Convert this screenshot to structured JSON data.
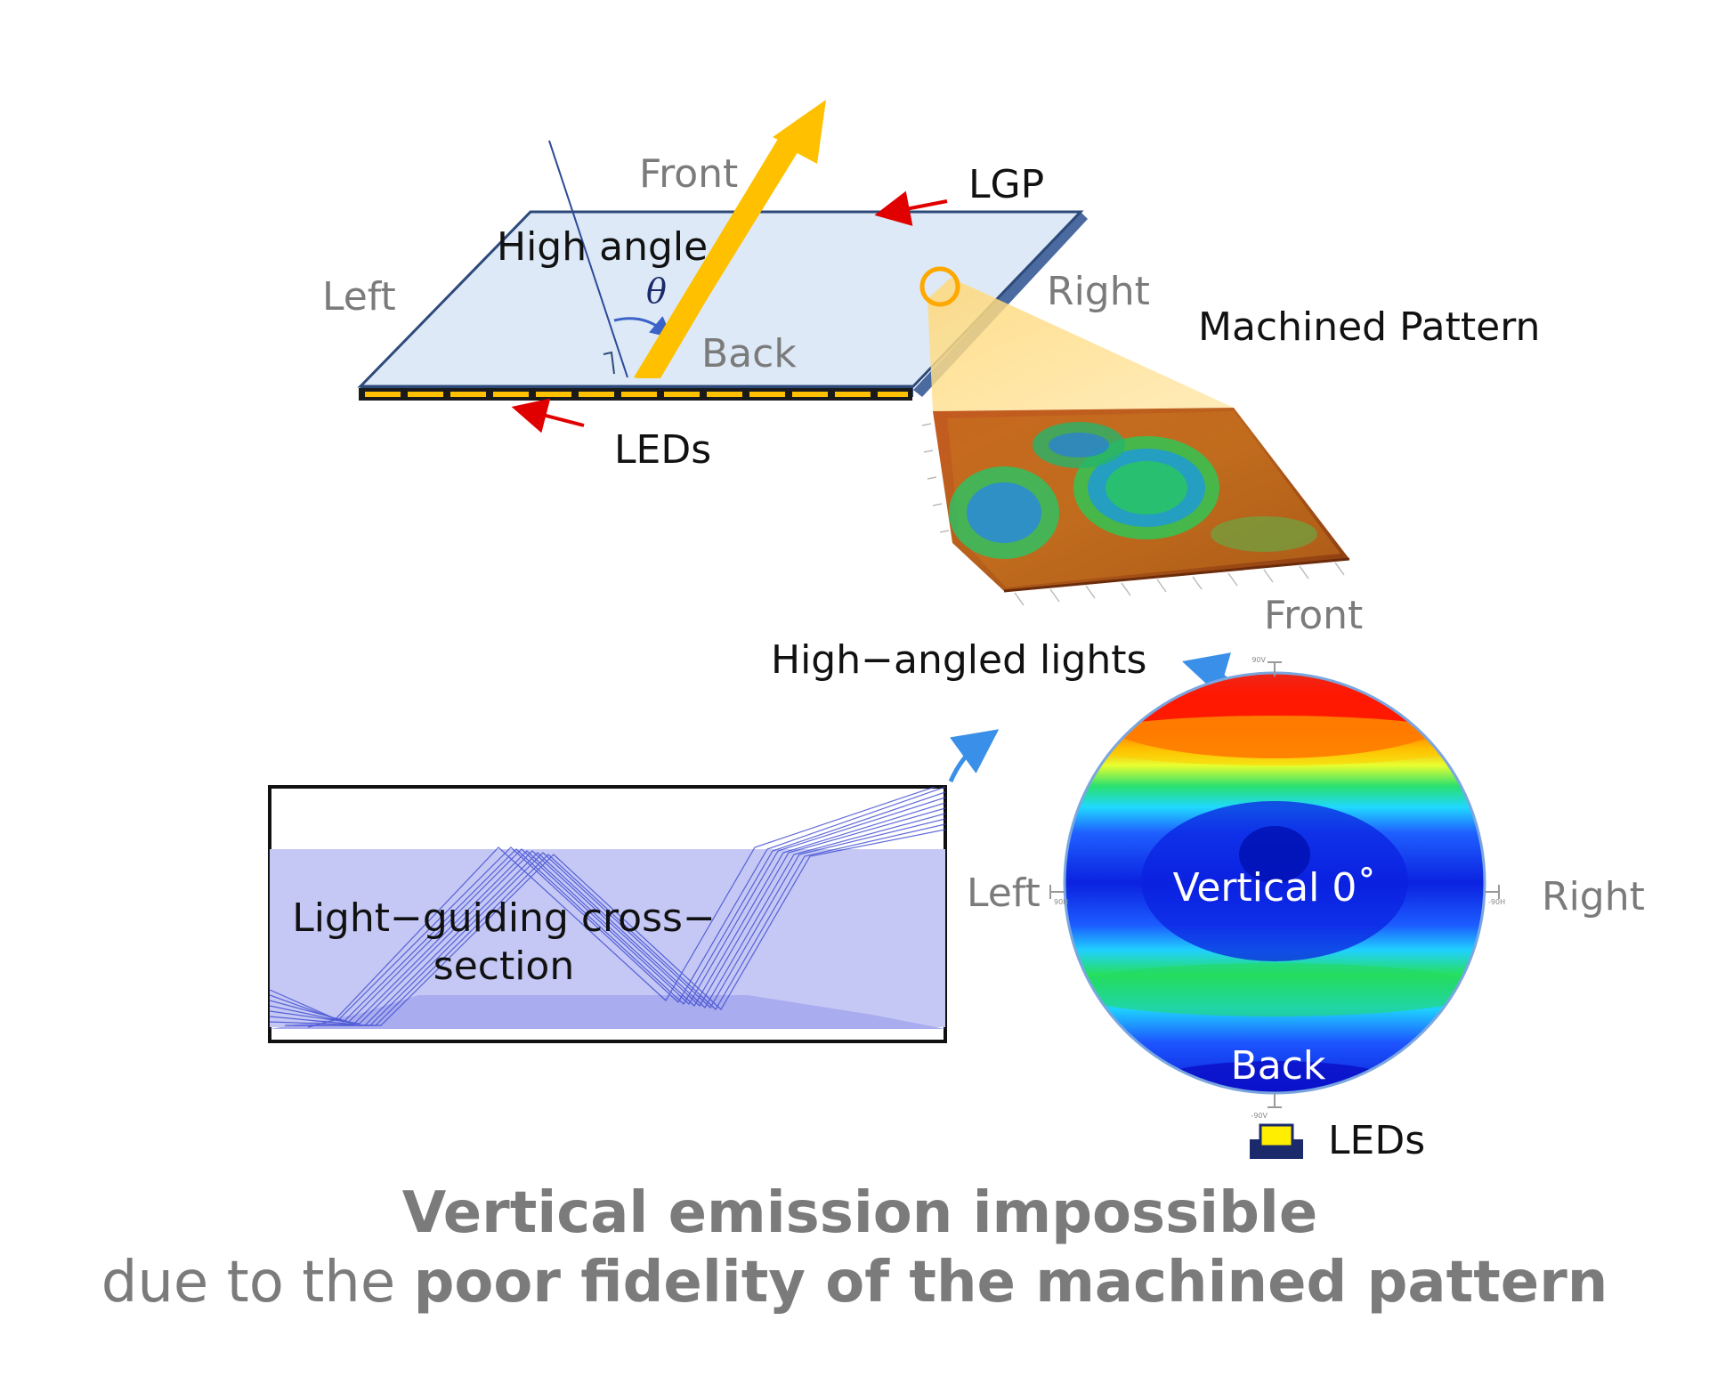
{
  "lgp": {
    "front": "Front",
    "back": "Back",
    "left": "Left",
    "right": "Right",
    "lgp_label": "LGP",
    "high_angle": "High angle",
    "theta": "θ",
    "leds": "LEDs"
  },
  "pattern": {
    "label": "Machined Pattern"
  },
  "cross_section": {
    "label_line1": "Light−guiding cross−",
    "label_line2": "section"
  },
  "high_angled": {
    "label": "High−angled lights"
  },
  "polar": {
    "front": "Front",
    "left": "Left",
    "right": "Right",
    "back": "Back",
    "center": "Vertical 0˚",
    "leds": "LEDs",
    "tick_top": "90V",
    "tick_bottom": "-90V",
    "tick_left": "90H",
    "tick_right": "-90H"
  },
  "caption": {
    "line1": "Vertical emission impossible",
    "line2_plain": "due to the ",
    "line2_bold": "poor fidelity of the machined pattern"
  },
  "colors": {
    "arrow_yellow": "#ffc000",
    "plate_fill": "#dde9f6",
    "plate_edge": "#2e4a7a",
    "red_arrow": "#e00000",
    "blue_arrow": "#3a8fe8",
    "cross_fill": "#c5c8f4",
    "hot": "#ff1a00",
    "cool": "#1030ff"
  }
}
